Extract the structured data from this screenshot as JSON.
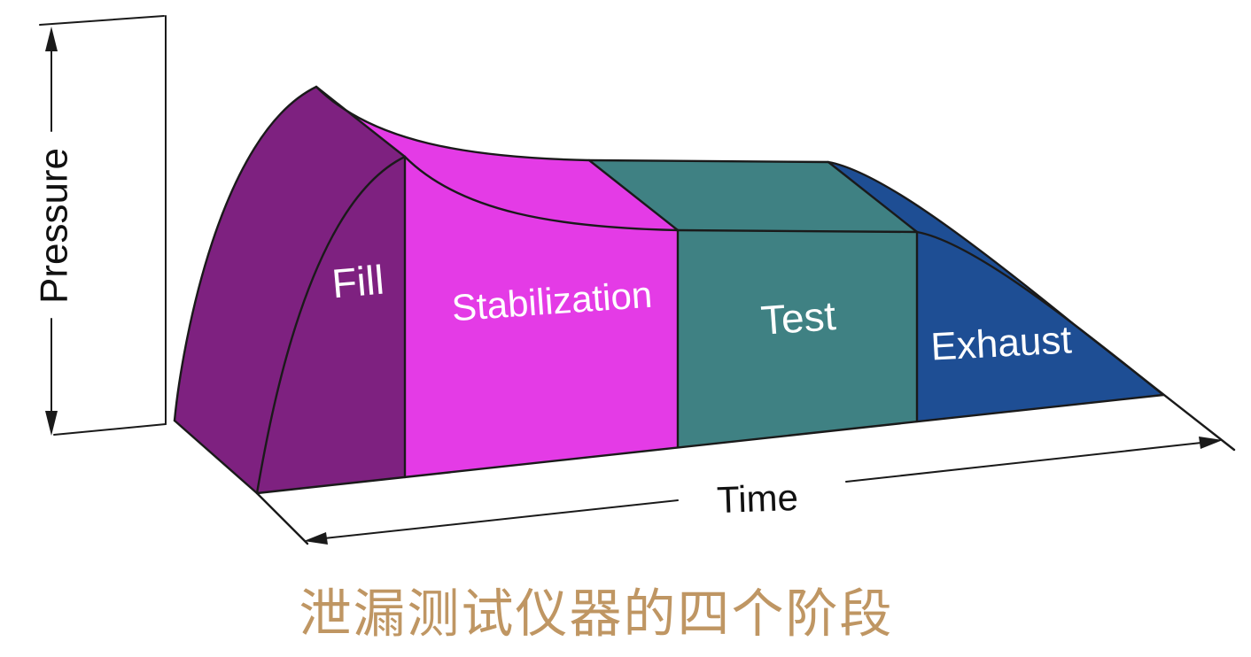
{
  "figure": {
    "pressure_axis_label": "Pressure",
    "time_axis_label": "Time",
    "phases": [
      {
        "label": "Fill",
        "color": "#7E2180"
      },
      {
        "label": "Stabilization",
        "color": "#E43BE6"
      },
      {
        "label": "Test",
        "color": "#3F8183"
      },
      {
        "label": "Exhaust",
        "color": "#1E4E94"
      }
    ],
    "outline_color": "#1a1a1a",
    "label_text_color": "#ffffff"
  },
  "caption": {
    "text": "泄漏测试仪器的四个阶段",
    "color": "#BF9663"
  }
}
